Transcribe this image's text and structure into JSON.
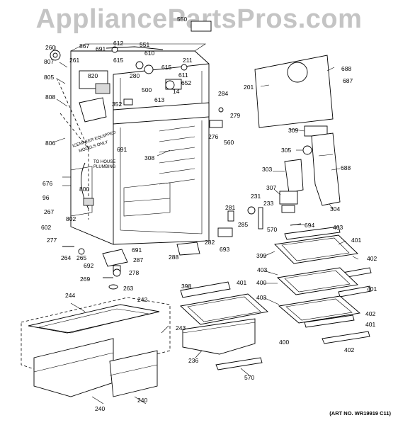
{
  "watermark": "AppliancePartsPros.com",
  "art_number": "(ART NO. WR19919 C11)",
  "notes": {
    "icemaker": [
      "ICEMAKER EQUIPPED",
      "MODELS ONLY"
    ],
    "to_house_plumbing": [
      "TO HOUSE",
      "PLUMBING"
    ]
  },
  "part_labels": [
    "260",
    "867",
    "691",
    "612",
    "551",
    "610",
    "807",
    "261",
    "615",
    "280",
    "615",
    "211",
    "805",
    "820",
    "500",
    "611",
    "14",
    "652",
    "613",
    "808",
    "352",
    "284",
    "279",
    "201",
    "687",
    "688",
    "691",
    "276",
    "560",
    "806",
    "308",
    "309",
    "305",
    "688",
    "676",
    "800",
    "303",
    "96",
    "307",
    "231",
    "281",
    "233",
    "267",
    "304",
    "802",
    "285",
    "694",
    "403",
    "602",
    "282",
    "570",
    "277",
    "693",
    "401",
    "691",
    "288",
    "264",
    "265",
    "287",
    "399",
    "402",
    "692",
    "278",
    "403",
    "269",
    "263",
    "400",
    "401",
    "403",
    "398",
    "401",
    "402",
    "244",
    "242",
    "243",
    "400",
    "401",
    "236",
    "402",
    "240",
    "240",
    "550",
    "570"
  ]
}
